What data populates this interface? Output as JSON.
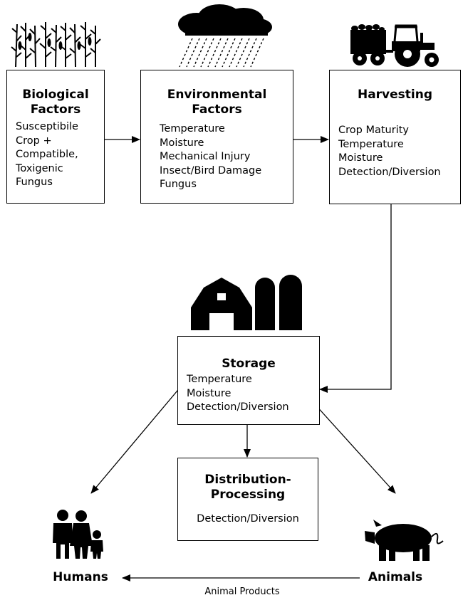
{
  "boxes": {
    "biological": {
      "title": "Biological\nFactors",
      "items": [
        "Susceptibile",
        "Crop +",
        "Compatible,",
        "Toxigenic",
        "Fungus"
      ]
    },
    "environmental": {
      "title": "Environmental\nFactors",
      "items": [
        "Temperature",
        "Moisture",
        "Mechanical Injury",
        "Insect/Bird Damage",
        "Fungus"
      ]
    },
    "harvesting": {
      "title": "Harvesting",
      "items": [
        "Crop Maturity",
        "Temperature",
        "Moisture",
        "Detection/Diversion"
      ]
    },
    "storage": {
      "title": "Storage",
      "items": [
        "Temperature",
        "Moisture",
        "Detection/Diversion"
      ]
    },
    "distribution": {
      "title": "Distribution-\nProcessing",
      "items": [
        "Detection/Diversion"
      ]
    }
  },
  "endpoints": {
    "humans": "Humans",
    "animals": "Animals"
  },
  "edge_labels": {
    "animal_products": "Animal Products"
  },
  "icons": [
    "corn-crop-icon",
    "rain-cloud-icon",
    "tractor-wagon-icon",
    "barn-silos-icon",
    "family-icon",
    "pig-icon"
  ]
}
